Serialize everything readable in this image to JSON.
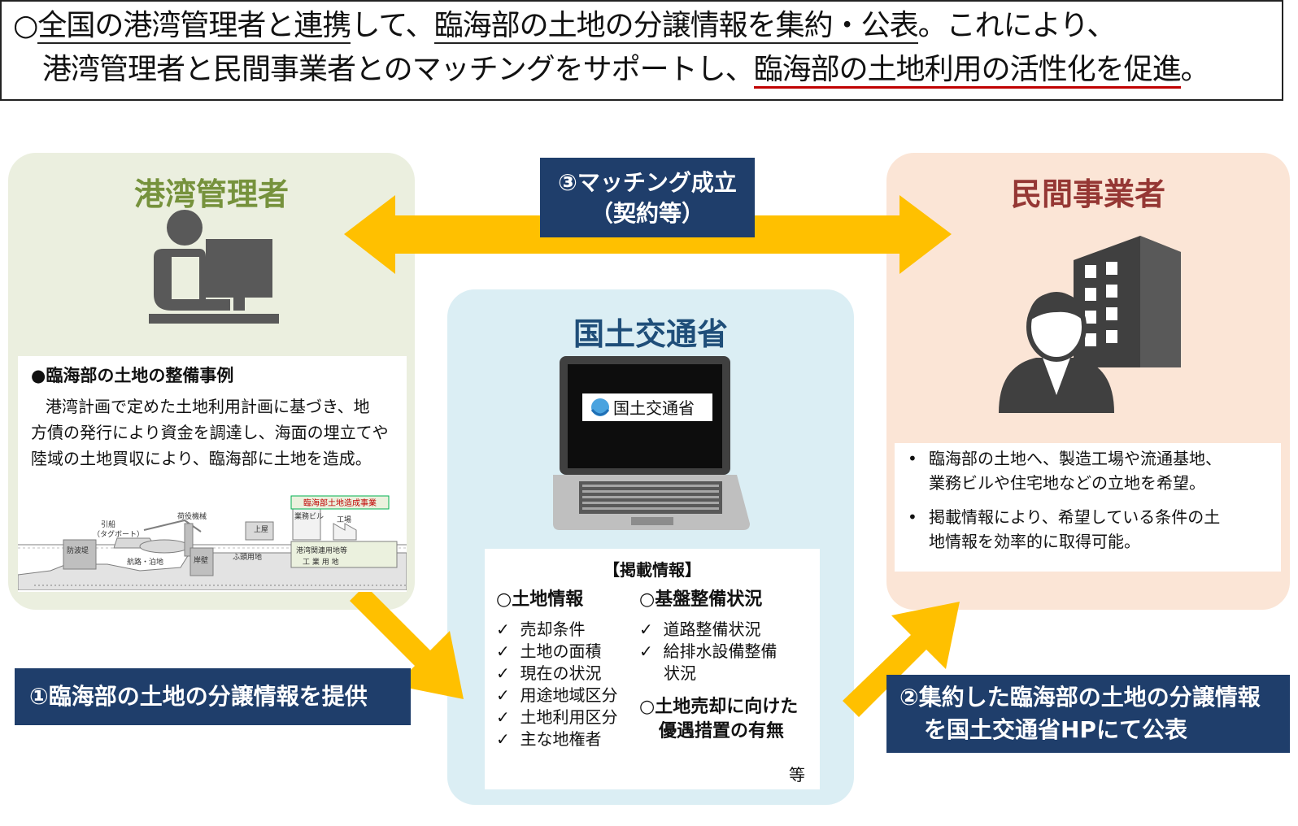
{
  "header": {
    "line1": {
      "mark": "○",
      "seg1": "全国の港湾管理者と連携",
      "seg2": "して、",
      "seg3": "臨海部の土地の分譲情報を集約・公表",
      "seg4": "。これにより、"
    },
    "line2": {
      "seg1": "港湾管理者と民間事業者とのマッチングをサポートし、",
      "seg2": "臨海部の土地利用の活性化を促進",
      "seg3": "。"
    }
  },
  "port_manager": {
    "title": "港湾管理者",
    "section_title": "●臨海部の土地の整備事例",
    "description": [
      "港湾計画で定めた土地利用計画に基づき、地",
      "方債の発行により資金を調達し、海面の埋立てや",
      "陸域の土地買収により、臨海部に土地を造成。"
    ],
    "figure": {
      "project_label": "臨海部土地造成事業",
      "labels": {
        "tugboat": "引船",
        "tugboat_sub": "（タグボート）",
        "cargo_machine": "荷役機械",
        "shed": "上屋",
        "office": "業務ビル",
        "factory": "工場",
        "breakwater": "防波堤",
        "quay": "岸壁",
        "channel": "航路・泊地",
        "wharf_land": "ふ頭用地",
        "port_land": "港湾関連用地等",
        "industrial_land": "工 業 用 地"
      }
    }
  },
  "matching": {
    "line1": "③マッチング成立",
    "line2": "（契約等）"
  },
  "mlit": {
    "title": "国土交通省",
    "screen_label": "国土交通省",
    "info_title": "【掲載情報】",
    "col1": {
      "heading": "○土地情報",
      "items": [
        "売却条件",
        "土地の面積",
        "現在の状況",
        "用途地域区分",
        "土地利用区分",
        "主な地権者"
      ]
    },
    "col2": {
      "heading": "○基盤整備状況",
      "items": [
        "道路整備状況",
        "給排水設備整備"
      ],
      "item_cont": "状況",
      "heading2_line1": "○土地売却に向けた",
      "heading2_line2": "優遇措置の有無",
      "etc": "等"
    },
    "check": "✓"
  },
  "private": {
    "title": "民間事業者",
    "bullet": "•",
    "bullets": [
      [
        "臨海部の土地へ、製造工場や流通基地、",
        "業務ビルや住宅地などの立地を希望。"
      ],
      [
        "掲載情報により、希望している条件の土",
        "地情報を効率的に取得可能。"
      ]
    ]
  },
  "steps": {
    "step1": "①臨海部の土地の分譲情報を提供",
    "step2_line1": "②集約した臨海部の土地の分譲情報",
    "step2_line2": "を国土交通省HPにて公表"
  },
  "colors": {
    "arrow": "#ffc000",
    "navy": "#1f3e6b",
    "port_title": "#76923c",
    "mlit_title": "#1f4e79",
    "private_title": "#953734",
    "emphasis_underline": "#c00000"
  }
}
